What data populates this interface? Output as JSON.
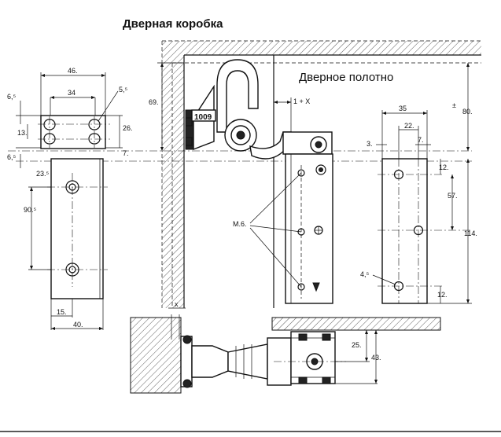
{
  "labels": {
    "door_frame": "Дверная коробка",
    "door_leaf": "Дверное полотно"
  },
  "dimensions": {
    "plate_width": "46.",
    "hole_spacing_h": "34",
    "hole_dia": "5,⁵",
    "plate_h1": "13.",
    "plate_h2": "26.",
    "offset_top": "6,⁵",
    "offset_bottom": "6,⁵",
    "angle": "23.⁵",
    "vertical_spacing": "90.⁵",
    "edge": "15.",
    "base_width": "40.",
    "h69": "69.",
    "seven": "7.",
    "model_number": "1009",
    "one_plus_x": "1 + X",
    "screw": "M.6.",
    "w35": "35",
    "w22": "22.",
    "w3": "3.",
    "w7": "7.",
    "h12_top": "12.",
    "h57": "57.",
    "h114": "114.",
    "h80": "80.",
    "plus_minus": "±",
    "hole_dia_right": "4,⁵",
    "h12_bottom": "12.",
    "x": "x",
    "h25": "25.",
    "h43": "43."
  }
}
